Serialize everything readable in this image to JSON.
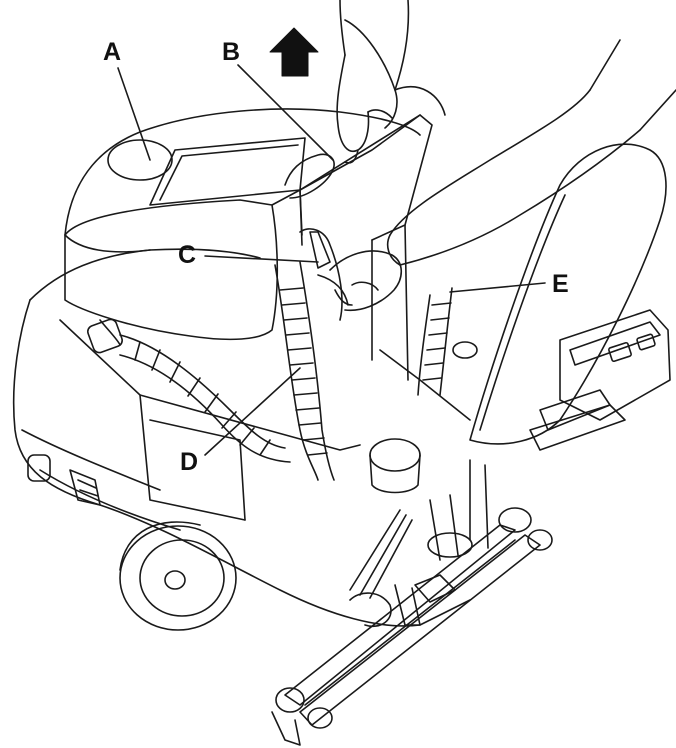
{
  "callouts": {
    "a": "A",
    "b": "B",
    "c": "C",
    "d": "D",
    "e": "E"
  },
  "colors": {
    "ink": "#1a1a1a",
    "paper": "#ffffff"
  },
  "icons": {
    "lift_direction": "up-arrow-icon"
  }
}
